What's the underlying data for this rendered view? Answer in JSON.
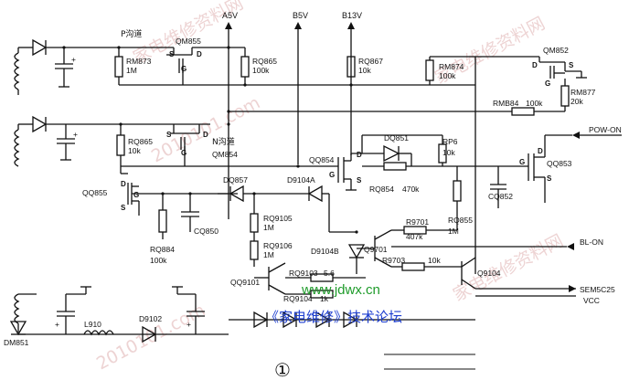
{
  "rails": {
    "a5v": "A5V",
    "b5v": "B5V",
    "b13v": "B13V"
  },
  "channel_labels": {
    "p_channel": "P沟道",
    "n_channel": "N沟道"
  },
  "transistors": {
    "qm855": "QM855",
    "qm854": "QM854",
    "qm852": "QM852",
    "qq854": "QQ854",
    "qq853": "QQ853",
    "qq855": "QQ855",
    "q9701": "Q9701",
    "qq9101": "QQ9101",
    "q9104": "Q9104"
  },
  "pins": {
    "s": "S",
    "d": "D",
    "g": "G"
  },
  "resistors": {
    "rm873": "RM873",
    "rm873_val": "1M",
    "rq865a": "RQ865",
    "rq865a_val": "100k",
    "rq867": "RQ867",
    "rq867_val": "10k",
    "rm874": "RM874",
    "rm874_val": "100k",
    "rm877": "RM877",
    "rm877_val": "20k",
    "rmb84": "RMB84",
    "rmb84_val": "100k",
    "rq865b": "RQ865",
    "rq865b_val": "10k",
    "rp6": "RP6",
    "rp6_val": "10k",
    "rq854": "RQ854",
    "rq854_val": "470k",
    "rq855": "RQ855",
    "rq855_val": "1M",
    "rq884": "RQ884",
    "rq884_val": "100k",
    "rq9105": "RQ9105",
    "rq9105_val": "1M",
    "rq9106": "RQ9106",
    "rq9106_val": "1M",
    "r9701": "R9701",
    "r9701_val": "407k",
    "r9703": "R9703",
    "r9703_val": "10k",
    "rq9103": "RQ9103",
    "rq9103_val": "5.6",
    "rq9104": "RQ9104",
    "rq9104_val": "1k"
  },
  "capacitors": {
    "cq852": "CQ852",
    "cq850": "CQ850"
  },
  "diodes": {
    "dq851": "DQ851",
    "dq857": "DQ857",
    "d9104a": "D9104A",
    "d9104b": "D9104B",
    "dm851": "DM851",
    "d9102": "D9102"
  },
  "inductors": {
    "l910": "L910"
  },
  "signals": {
    "pow_on": "POW-ON",
    "bl_on": "BL-ON",
    "sensor": "SEM5C25",
    "vcc": "VCC"
  },
  "plus": "+",
  "figure_number": "①",
  "site_url": "www.jdwx.cn",
  "forum_text": "《家电维修》技术论坛",
  "watermarks": [
    "家电维修资料网",
    "家电维修资料网",
    "2010101.com",
    "2010101.com",
    "家电维修资料网"
  ]
}
